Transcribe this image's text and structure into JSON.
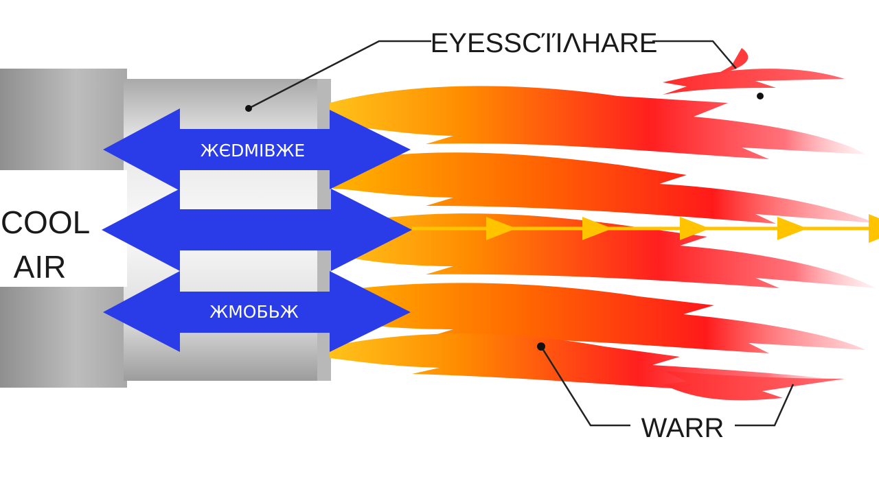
{
  "labels": {
    "cool_line1": "COOL",
    "cool_line2": "AIR",
    "top_callout": "EYESSCΊΊΛHARE",
    "bottom_callout": "WARR",
    "arrow_top": "ЖЄDMIBЖE",
    "arrow_bottom": "ЖМОБЬЖ"
  },
  "colors": {
    "cool_arrow": "#2a3be8",
    "flame_start": "#ffb300",
    "flame_mid": "#ff7a00",
    "flame_end": "#ff1a1a",
    "tube": "#c9c9c9",
    "callout_line": "#222222",
    "streamline": "#ffc300"
  },
  "icons": [
    "cool-air-arrow",
    "hot-flame-stream",
    "streamline-arrowhead",
    "callout-dot"
  ]
}
